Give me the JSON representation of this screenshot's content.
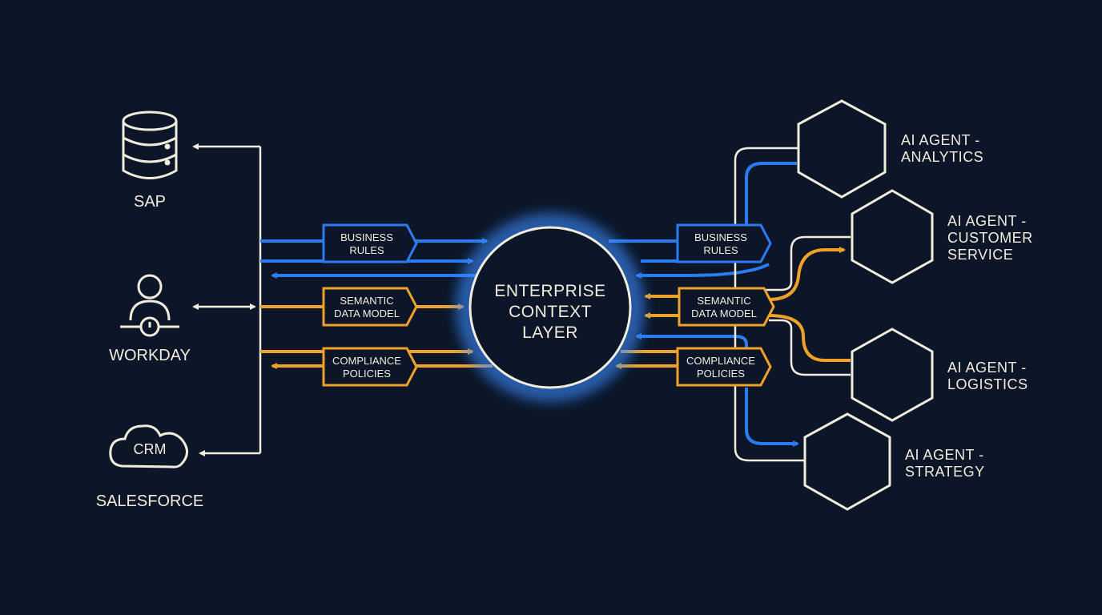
{
  "colors": {
    "background": "#0c1628",
    "line_cream": "#f2ecdc",
    "flow_blue": "#2a7cf0",
    "flow_orange": "#f0a12a",
    "glow": "#3d8cff"
  },
  "sources": {
    "sap": {
      "label": "SAP",
      "icon": "database-icon"
    },
    "workday": {
      "label": "WORKDAY",
      "icon": "user-clock-icon"
    },
    "salesforce": {
      "label": "SALESFORCE",
      "icon": "cloud-icon",
      "cloud_text": "CRM"
    }
  },
  "core": {
    "line1": "ENTERPRISE",
    "line2": "CONTEXT",
    "line3": "LAYER"
  },
  "left_tags": {
    "business": {
      "line1": "BUSINESS",
      "line2": "RULES"
    },
    "semantic": {
      "line1": "SEMANTIC",
      "line2": "DATA MODEL"
    },
    "compliance": {
      "line1": "COMPLIANCE",
      "line2": "POLICIES"
    }
  },
  "right_tags": {
    "business": {
      "line1": "BUSINESS",
      "line2": "RULES"
    },
    "semantic": {
      "line1": "SEMANTIC",
      "line2": "DATA MODEL"
    },
    "compliance": {
      "line1": "COMPLIANCE",
      "line2": "POLICIES"
    }
  },
  "agents": {
    "analytics": {
      "line1": "AI AGENT -",
      "line2": "ANALYTICS"
    },
    "customer": {
      "line1": "AI AGENT -",
      "line2": "CUSTOMER",
      "line3": "SERVICE"
    },
    "logistics": {
      "line1": "AI AGENT -",
      "line2": "LOGISTICS"
    },
    "strategy": {
      "line1": "AI AGENT -",
      "line2": "STRATEGY"
    }
  }
}
